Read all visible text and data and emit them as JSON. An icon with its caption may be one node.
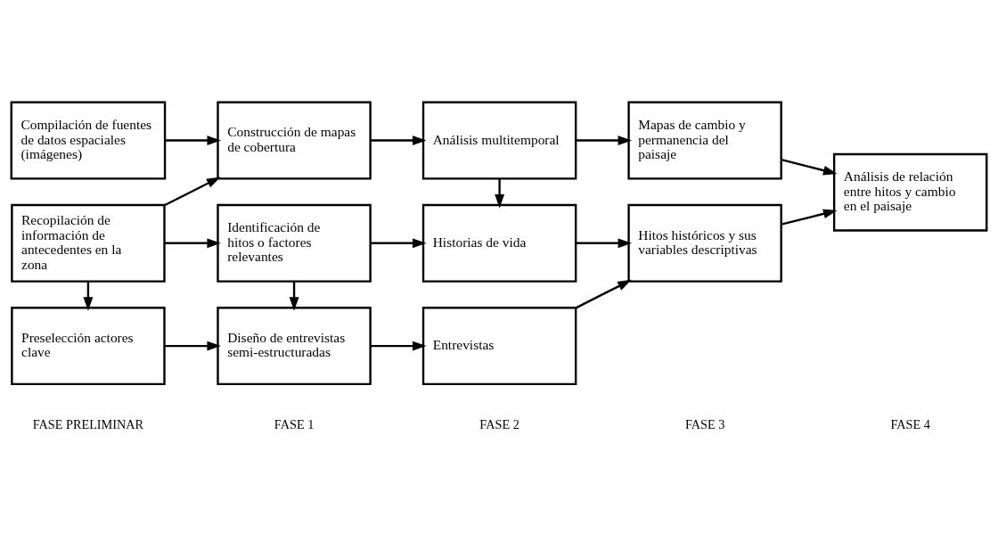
{
  "diagram": {
    "nodes": [
      {
        "text": [
          "Compilación de fuentes de datos espaciales (imágenes)"
        ]
      },
      {
        "text": [
          "Recopilación de información de antecedentes en la zona"
        ]
      },
      {
        "text": [
          "Preselección actores clave"
        ]
      },
      {
        "text": [
          "Construcción de mapas de cobertura"
        ]
      },
      {
        "text": [
          "Identificación de hitos o factores relevantes"
        ]
      },
      {
        "text": [
          "Diseño de entrevistas semi-estructuradas"
        ]
      },
      {
        "text": [
          "Análisis multitemporal"
        ]
      },
      {
        "text": [
          "Historias de vida"
        ]
      },
      {
        "text": [
          "Entrevistas"
        ]
      },
      {
        "text": [
          "Mapas de cambio y permanencia del paisaje"
        ]
      },
      {
        "text": [
          "Hitos históricos y sus variables descriptivas"
        ]
      },
      {
        "text": [
          "Análisis de relación entre hitos y cambio en el paisaje"
        ]
      }
    ],
    "edges": [
      {
        "from": 0,
        "to": 3,
        "arrow": "to"
      },
      {
        "from": 1,
        "to": 3,
        "arrow": "to"
      },
      {
        "from": 1,
        "to": 4,
        "arrow": "to"
      },
      {
        "from": 1,
        "to": 2,
        "arrow": "to"
      },
      {
        "from": 4,
        "to": 5,
        "arrow": "to"
      },
      {
        "from": 2,
        "to": 5,
        "arrow": "to"
      },
      {
        "from": 3,
        "to": 6,
        "arrow": "to"
      },
      {
        "from": 6,
        "to": 7,
        "arrow": "to"
      },
      {
        "from": 4,
        "to": 7,
        "arrow": "to"
      },
      {
        "from": 5,
        "to": 8,
        "arrow": "to"
      },
      {
        "from": 6,
        "to": 9,
        "arrow": "to"
      },
      {
        "from": 7,
        "to": 10,
        "arrow": "to"
      },
      {
        "from": 8,
        "to": 10,
        "arrow": "to"
      },
      {
        "from": 9,
        "to": 11,
        "arrow": "to"
      },
      {
        "from": 10,
        "to": 11,
        "arrow": "to"
      }
    ],
    "labels": [
      "FASE PRELIMINAR",
      "FASE 1",
      "FASE 2",
      "FASE 3",
      "FASE 4"
    ]
  }
}
